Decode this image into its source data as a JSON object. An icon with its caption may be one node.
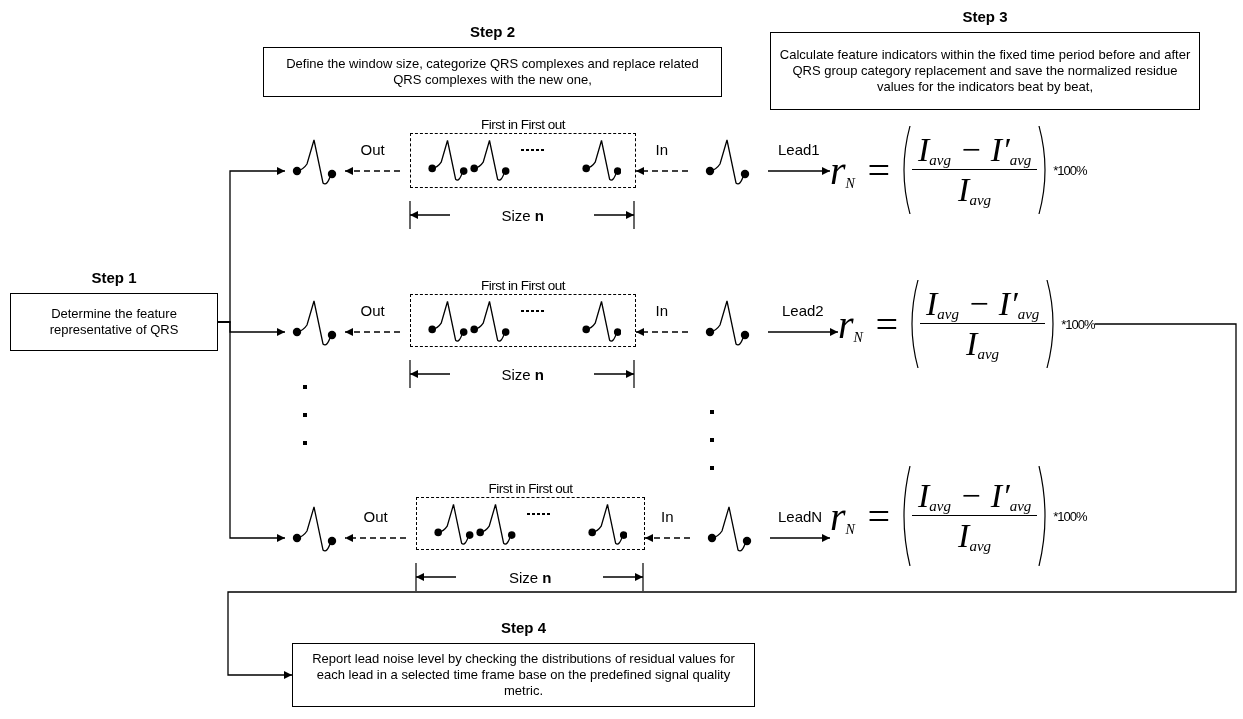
{
  "diagram": {
    "nodes": [
      {
        "text": [
          "Step 1",
          "Determine the feature representative of QRS"
        ]
      },
      {
        "text": [
          "Step 2",
          "Define the window size, categorize QRS complexes and replace related QRS complexes with the new one,"
        ]
      },
      {
        "text": [
          "Step 3",
          "Calculate feature indicators within the fixed time period before and after QRS group category replacement and save the normalized residue values for the indicators beat by beat,"
        ]
      },
      {
        "text": [],
        "shape": "picture"
      },
      {
        "text": [
          "First in First out"
        ]
      },
      {
        "text": [],
        "shape": "picture"
      },
      {
        "text": [
          "r$_{N}$ =",
          "I$_{avg}$ − I′$_{avg}$",
          "I$_{avg}$",
          "*100%"
        ]
      },
      {
        "text": [],
        "shape": "picture"
      },
      {
        "text": [
          "First in First out"
        ]
      },
      {
        "text": [],
        "shape": "picture"
      },
      {
        "text": [
          "r$_{N}$ =",
          "I$_{avg}$ − I′$_{avg}$",
          "I$_{avg}$",
          "*100%"
        ]
      },
      {
        "text": [],
        "shape": "picture"
      },
      {
        "text": [
          "First in First out"
        ]
      },
      {
        "text": [],
        "shape": "picture"
      },
      {
        "text": [
          "r$_{N}$ =",
          "I$_{avg}$ − I′$_{avg}$",
          "I$_{avg}$",
          "*100%"
        ]
      },
      {
        "text": [
          "Step 4",
          "Report lead noise level by checking the distributions of residual values for each lead in a selected time frame base on the predefined signal quality metric."
        ]
      }
    ],
    "edges": [
      {
        "from": 0,
        "to": 3,
        "arrow": "to"
      },
      {
        "from": 4,
        "to": 3,
        "arrow": "to",
        "label": "Out",
        "style": "dashed"
      },
      {
        "from": 5,
        "to": 4,
        "arrow": "to",
        "label": "In",
        "style": "dashed"
      },
      {
        "from": 5,
        "to": 6,
        "arrow": "to",
        "label": "Lead1"
      },
      {
        "from": 0,
        "to": 7,
        "arrow": "to"
      },
      {
        "from": 8,
        "to": 7,
        "arrow": "to",
        "label": "Out",
        "style": "dashed"
      },
      {
        "from": 9,
        "to": 8,
        "arrow": "to",
        "label": "In",
        "style": "dashed"
      },
      {
        "from": 9,
        "to": 10,
        "arrow": "to",
        "label": "Lead2"
      },
      {
        "from": 0,
        "to": 11,
        "arrow": "to"
      },
      {
        "from": 12,
        "to": 11,
        "arrow": "to",
        "label": "Out",
        "style": "dashed"
      },
      {
        "from": 13,
        "to": 12,
        "arrow": "to",
        "label": "In",
        "style": "dashed"
      },
      {
        "from": 13,
        "to": 14,
        "arrow": "to",
        "label": "LeadN"
      },
      {
        "from": 10,
        "to": 15,
        "arrow": "to"
      }
    ],
    "labels": [
      "Size **n**",
      "Size **n**",
      "Size **n**"
    ]
  }
}
